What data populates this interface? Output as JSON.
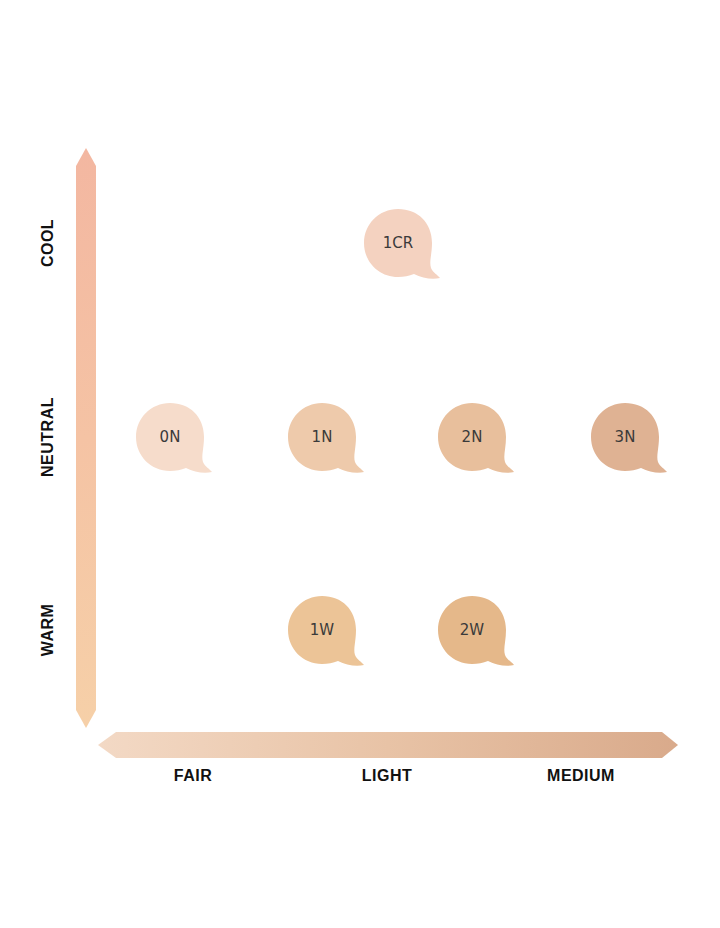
{
  "diagram": {
    "nodes": [
      {
        "text": [
          "1CR"
        ]
      },
      {
        "text": [
          "0N"
        ]
      },
      {
        "text": [
          "1N"
        ]
      },
      {
        "text": [
          "2N"
        ]
      },
      {
        "text": [
          "3N"
        ]
      },
      {
        "text": [
          "1W"
        ]
      },
      {
        "text": [
          "2W"
        ]
      }
    ],
    "labels": [
      "COOL",
      "NEUTRAL",
      "WARM",
      "FAIR",
      "LIGHT",
      "MEDIUM"
    ]
  }
}
